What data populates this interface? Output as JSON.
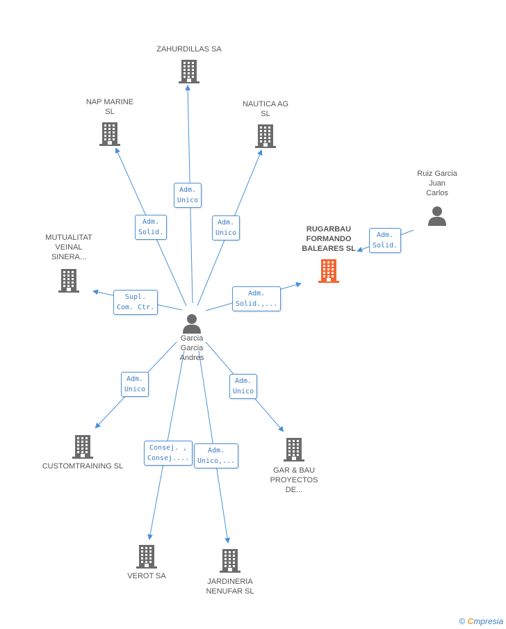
{
  "center_person": {
    "name": "Garcia\nGarcia\nAndres"
  },
  "other_person": {
    "name": "Ruiz Garcia\nJuan\nCarlos"
  },
  "companies": [
    {
      "id": "zahurdillas",
      "name": "ZAHURDILLAS SA"
    },
    {
      "id": "nap-marine",
      "name": "NAP MARINE\nSL"
    },
    {
      "id": "nautica",
      "name": "NAUTICA AG\nSL"
    },
    {
      "id": "mutualitat",
      "name": "MUTUALITAT\nVEINAL\nSINERA..."
    },
    {
      "id": "rugarbau",
      "name": "RUGARBAU\nFORMANDO\nBALEARES SL"
    },
    {
      "id": "customtraining",
      "name": "CUSTOMTRAINING SL"
    },
    {
      "id": "gar-bau",
      "name": "GAR & BAU\nPROYECTOS\nDE..."
    },
    {
      "id": "verot",
      "name": "VEROT SA"
    },
    {
      "id": "jardineria",
      "name": "JARDINERIA\nNENUFAR SL"
    }
  ],
  "relations": [
    {
      "id": "r-zahurdillas",
      "lines": [
        "Adm.",
        "Unico"
      ]
    },
    {
      "id": "r-nap",
      "lines": [
        "Adm.",
        "Solid."
      ]
    },
    {
      "id": "r-nautica",
      "lines": [
        "Adm.",
        "Unico"
      ]
    },
    {
      "id": "r-mutualitat",
      "lines": [
        "Supl.",
        "Com. Ctr."
      ]
    },
    {
      "id": "r-rugarbau",
      "lines": [
        "Adm.",
        "Solid.,..."
      ]
    },
    {
      "id": "r-ruiz",
      "lines": [
        "Adm.",
        "Solid."
      ]
    },
    {
      "id": "r-custom",
      "lines": [
        "Adm.",
        "Unico"
      ]
    },
    {
      "id": "r-garbau",
      "lines": [
        "Adm.",
        "Unico"
      ]
    },
    {
      "id": "r-verot",
      "lines": [
        "Consej. ,",
        "Consej...."
      ]
    },
    {
      "id": "r-jardineria",
      "lines": [
        "Adm.",
        "Unico,..."
      ]
    }
  ],
  "footer": {
    "copyright": "©",
    "brand_initial": "C",
    "brand_rest": "mpresia"
  },
  "colors": {
    "edge": "#4a90d9",
    "building": "#6b6b6b",
    "focus_building": "#f26531",
    "person": "#6b6b6b"
  }
}
